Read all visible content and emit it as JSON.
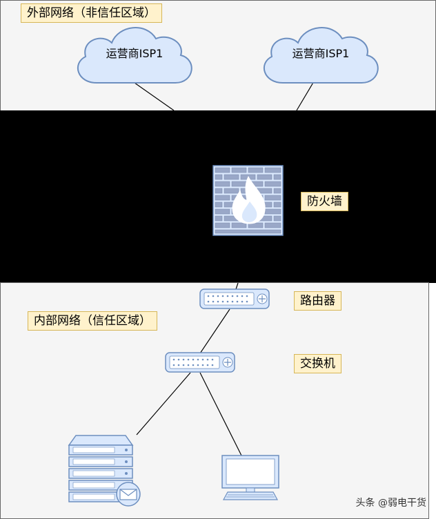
{
  "zones": {
    "external_label": "外部网络（非信任区域）",
    "internal_label": "内部网络（信任区域）"
  },
  "nodes": {
    "isp1_label": "运营商ISP1",
    "isp2_label": "运营商ISP1",
    "firewall_label": "防火墙",
    "router_label": "路由器",
    "switch_label": "交换机"
  },
  "watermark": "头条 @弱电干货",
  "colors": {
    "zone_fill": "#f5f5f5",
    "dmz_fill": "#000000",
    "label_fill": "#fff2cc",
    "label_border": "#d6b656",
    "cloud_fill": "#dae8fc",
    "cloud_stroke": "#6c8ebf",
    "device_fill": "#dae8fc",
    "device_stroke": "#6c8ebf"
  },
  "icons": [
    "cloud-icon",
    "firewall-icon",
    "router-icon",
    "switch-icon",
    "mail-server-icon",
    "monitor-icon"
  ]
}
